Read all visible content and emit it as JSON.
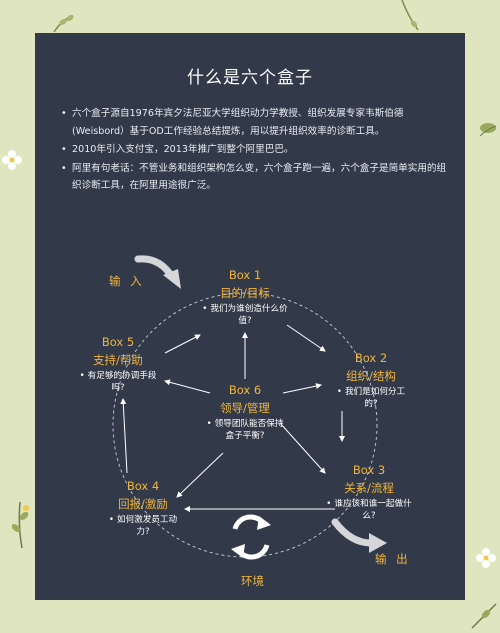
{
  "title": "什么是六个盒子",
  "bullets": [
    "六个盒子源自1976年宾夕法尼亚大学组织动力学教授、组织发展专家韦斯伯德(Weisbord）基于OD工作经验总结提炼，用以提升组织效率的诊断工具。",
    "2010年引入支付宝，2013年推广到整个阿里巴巴。",
    "阿里有句老话：不管业务和组织架构怎么变，六个盒子跑一遍，六个盒子是简单实用的组织诊断工具，在阿里用途很广泛。"
  ],
  "boxes": [
    {
      "num": "Box 1",
      "name": "目的/目标",
      "question": "我们为谁创造什么价值?"
    },
    {
      "num": "Box 2",
      "name": "组织/结构",
      "question": "我们是如何分工的?"
    },
    {
      "num": "Box 3",
      "name": "关系/流程",
      "question": "谁应该和谁一起做什么?"
    },
    {
      "num": "Box 4",
      "name": "回报/激励",
      "question": "如何激发员工动力?"
    },
    {
      "num": "Box 5",
      "name": "支持/帮助",
      "question": "有足够的协调手段吗?"
    },
    {
      "num": "Box 6",
      "name": "领导/管理",
      "question": "领导团队能否保持盒子平衡?"
    }
  ],
  "labels": {
    "input": "输 入",
    "output": "输 出",
    "environment": "环境"
  },
  "colors": {
    "background": "#dfe6bf",
    "panel": "#323a4a",
    "accent": "#f2b53a",
    "text": "#ffffff"
  }
}
